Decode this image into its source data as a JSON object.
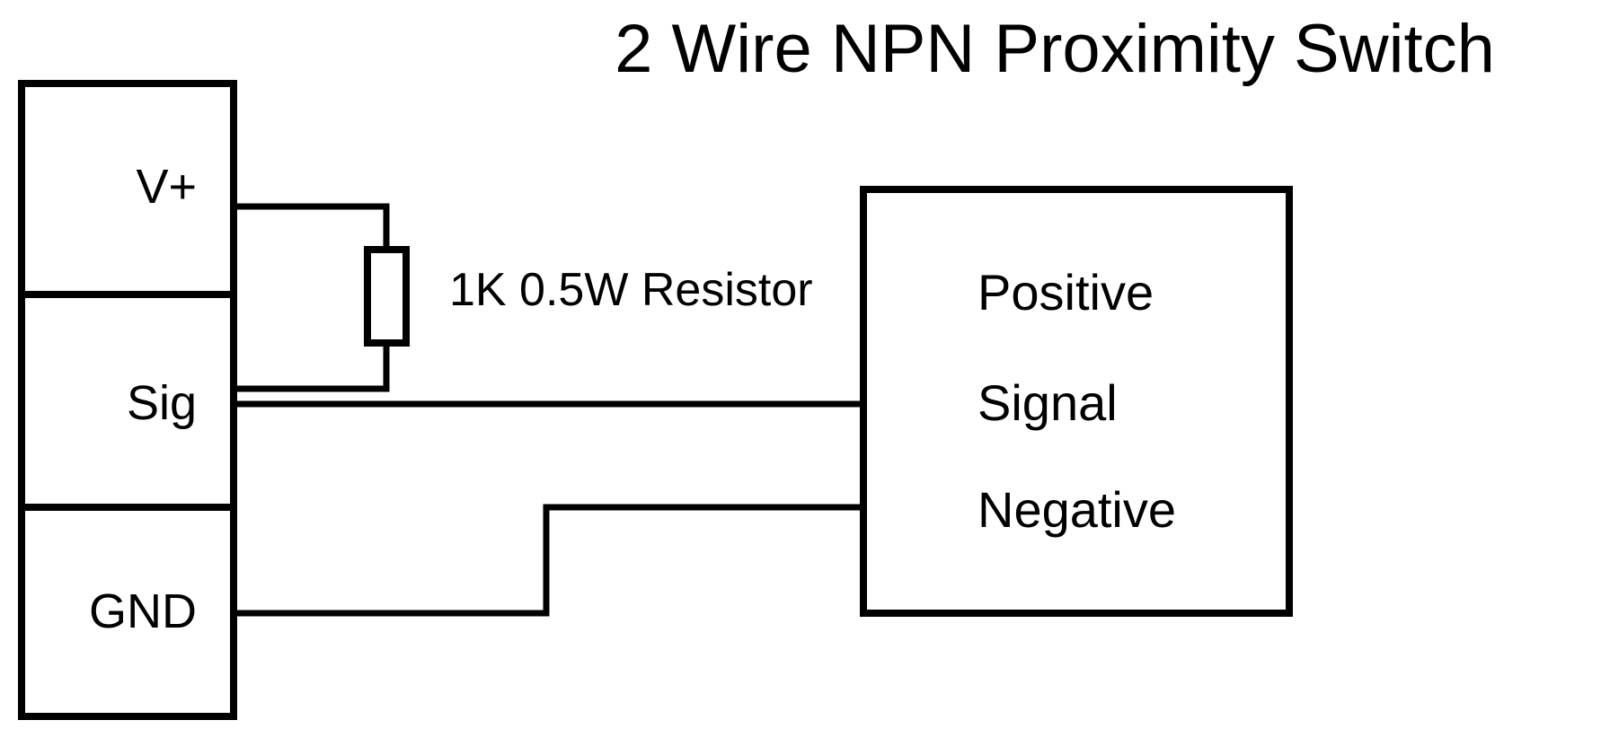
{
  "title": "2 Wire NPN Proximity Switch",
  "colors": {
    "line": "#000000",
    "background": "#ffffff"
  },
  "input_block": {
    "terminals": [
      {
        "label": "V+"
      },
      {
        "label": "Sig"
      },
      {
        "label": "GND"
      }
    ]
  },
  "switch_block": {
    "terminals": [
      {
        "label": "Positive"
      },
      {
        "label": "Signal"
      },
      {
        "label": "Negative"
      }
    ]
  },
  "resistor": {
    "label": "1K 0.5W Resistor"
  }
}
